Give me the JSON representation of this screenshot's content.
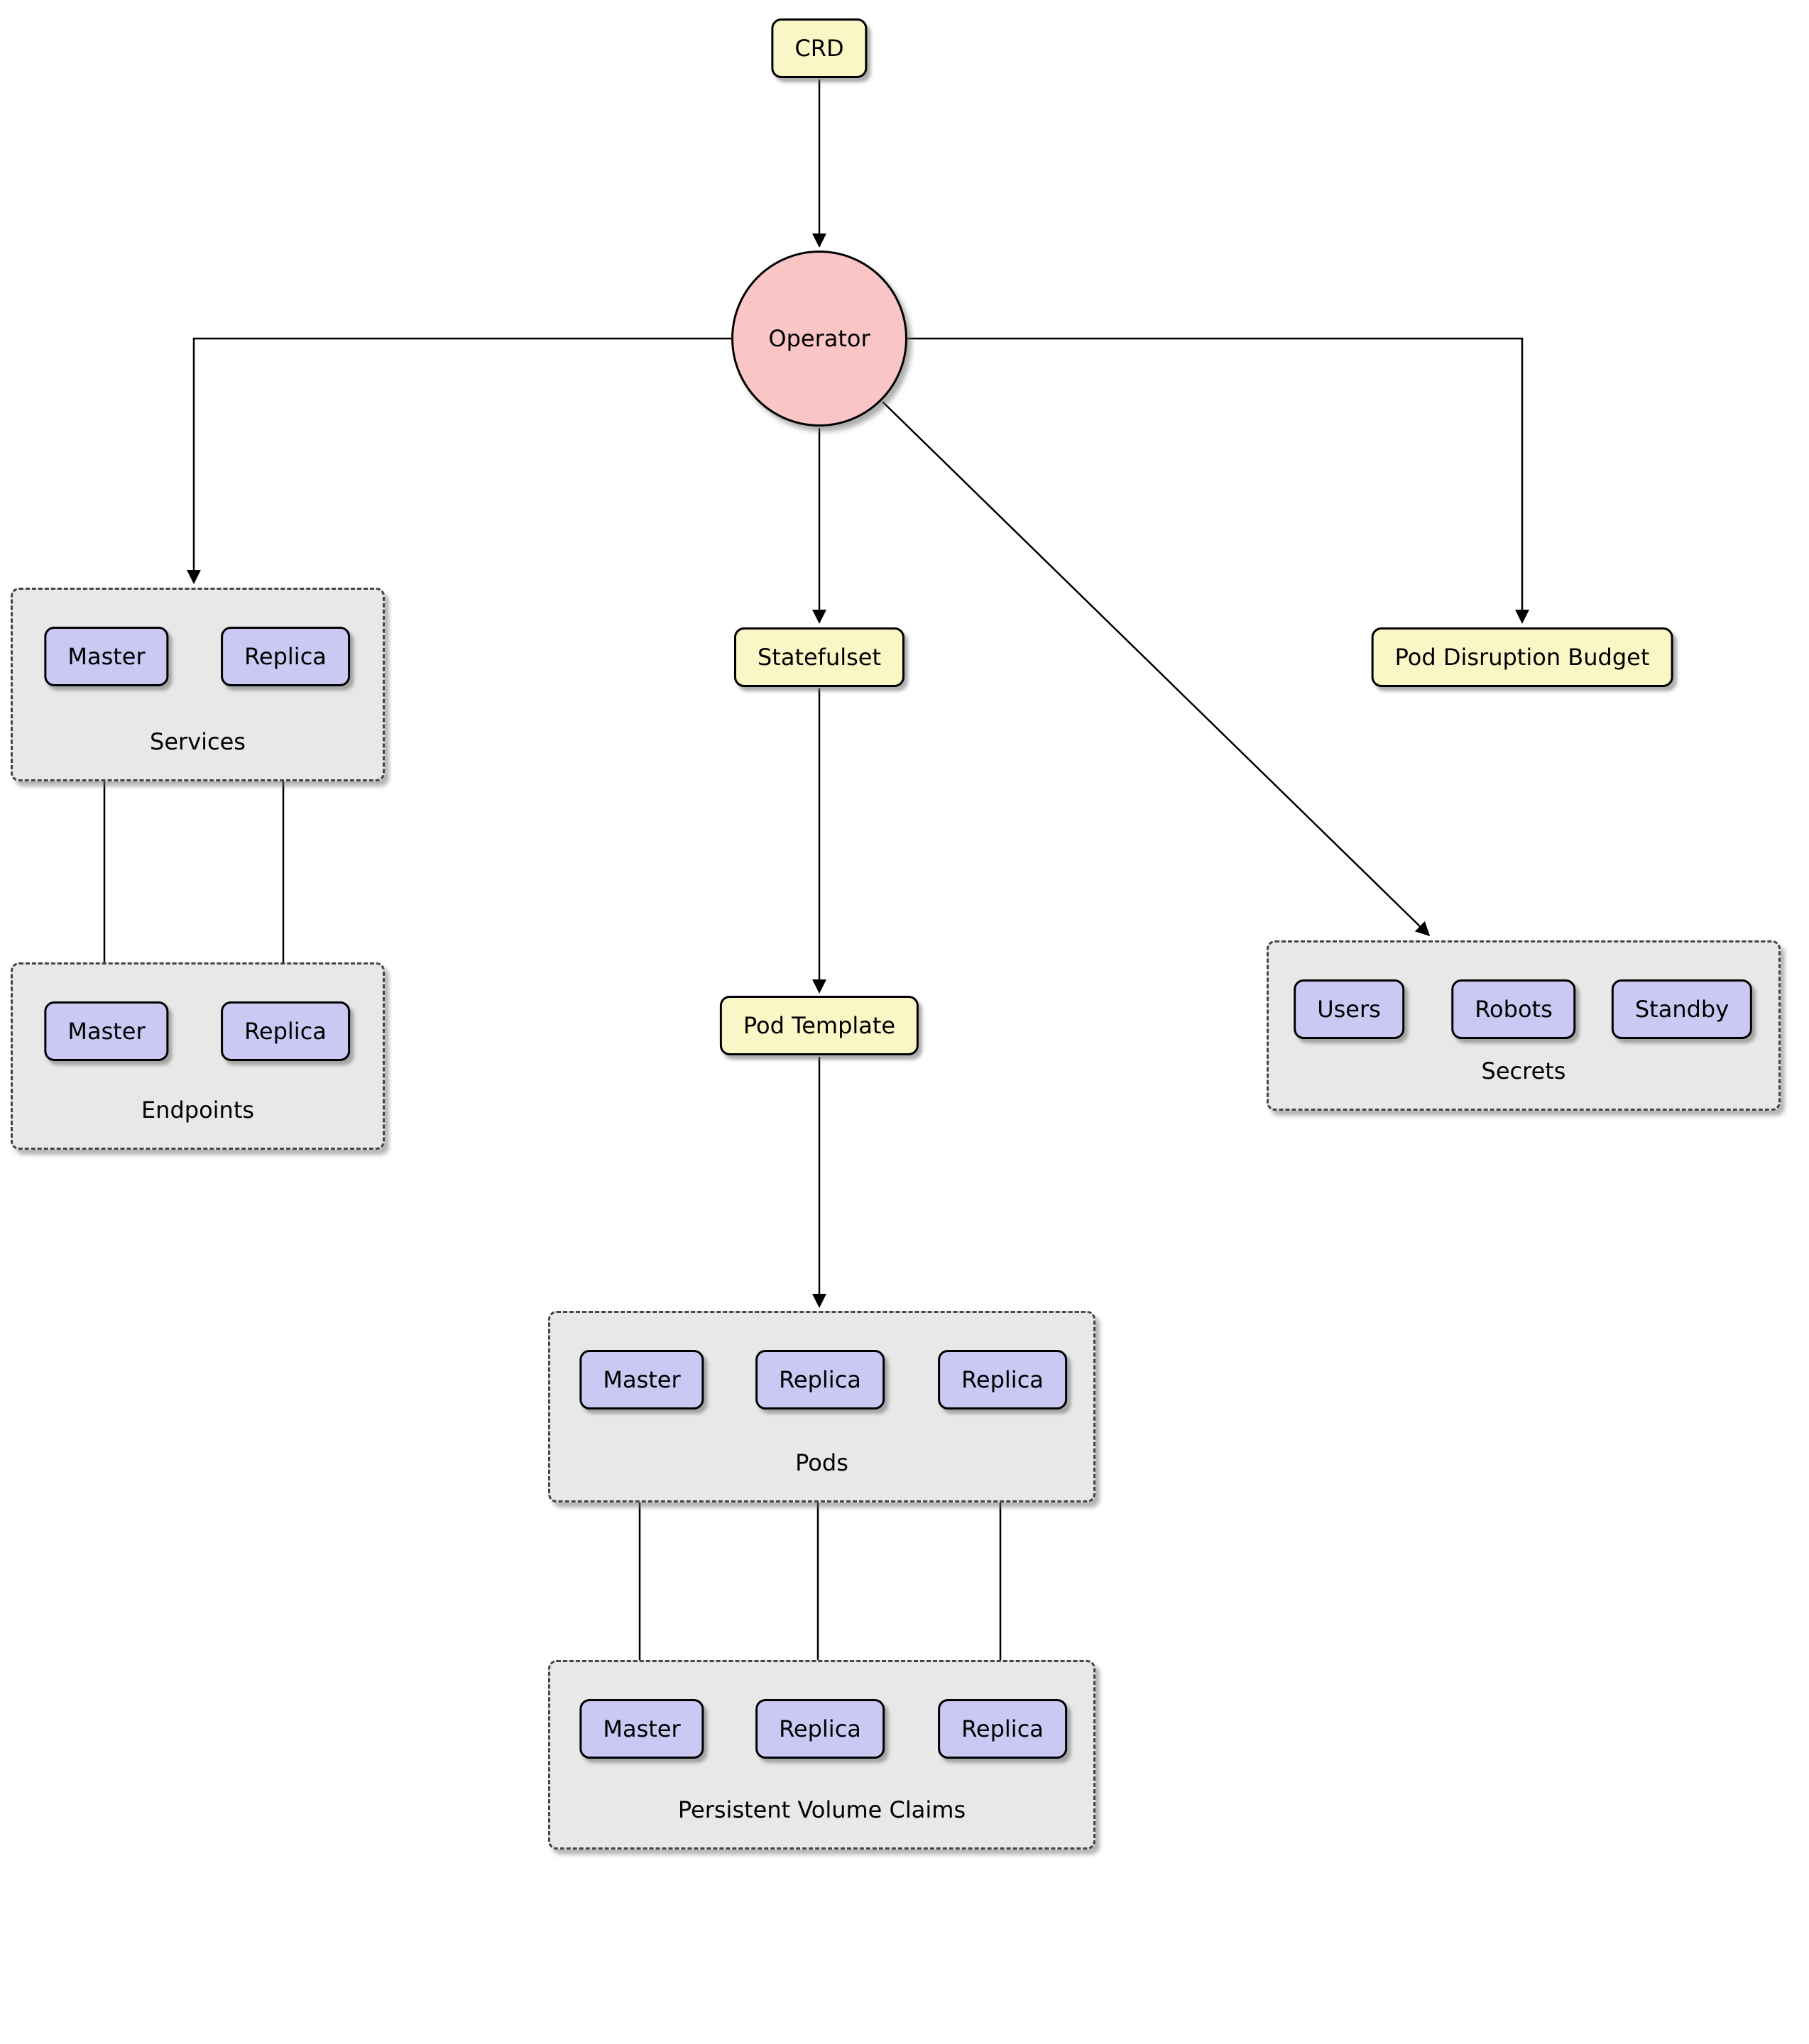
{
  "diagram": {
    "nodes": {
      "crd": "CRD",
      "operator": "Operator",
      "statefulset": "Statefulset",
      "pod_template": "Pod Template",
      "pod_disruption_budget": "Pod Disruption Budget"
    },
    "groups": {
      "services": {
        "label": "Services",
        "items": [
          "Master",
          "Replica"
        ]
      },
      "endpoints": {
        "label": "Endpoints",
        "items": [
          "Master",
          "Replica"
        ]
      },
      "pods": {
        "label": "Pods",
        "items": [
          "Master",
          "Replica",
          "Replica"
        ]
      },
      "pvc": {
        "label": "Persistent Volume Claims",
        "items": [
          "Master",
          "Replica",
          "Replica"
        ]
      },
      "secrets": {
        "label": "Secrets",
        "items": [
          "Users",
          "Robots",
          "Standby"
        ]
      }
    },
    "edges": [
      {
        "from": "crd",
        "to": "operator"
      },
      {
        "from": "operator",
        "to": "services"
      },
      {
        "from": "operator",
        "to": "statefulset"
      },
      {
        "from": "operator",
        "to": "pod_disruption_budget"
      },
      {
        "from": "operator",
        "to": "secrets"
      },
      {
        "from": "services.master",
        "to": "endpoints.master"
      },
      {
        "from": "services.replica",
        "to": "endpoints.replica"
      },
      {
        "from": "statefulset",
        "to": "pod_template"
      },
      {
        "from": "pod_template",
        "to": "pods"
      },
      {
        "from": "pods.master",
        "to": "pvc.master"
      },
      {
        "from": "pods.replica1",
        "to": "pvc.replica1"
      },
      {
        "from": "pods.replica2",
        "to": "pvc.replica2"
      }
    ],
    "colors": {
      "yellow_node": "#FBF6C6",
      "purple_node": "#C9C9F4",
      "operator_fill": "#F9C5C5",
      "group_fill": "#E8E8E8",
      "border": "#000000"
    }
  }
}
